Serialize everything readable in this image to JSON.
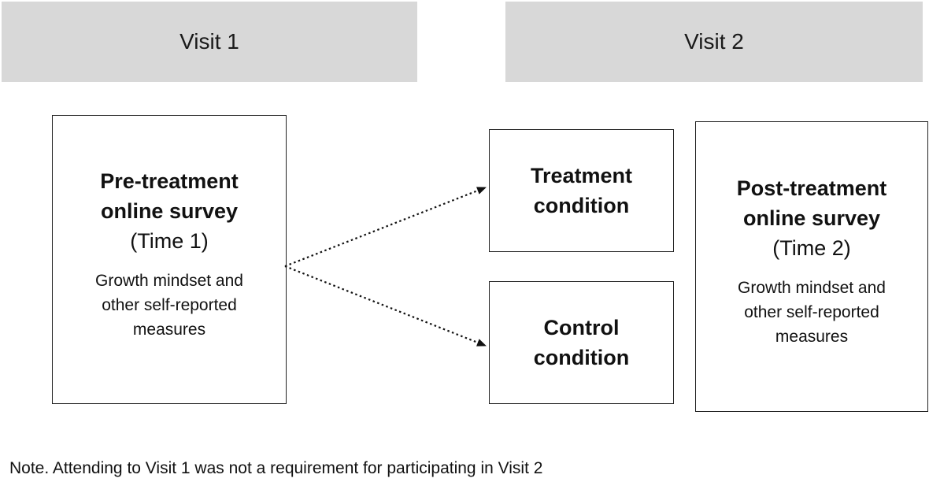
{
  "header": {
    "visit1": "Visit 1",
    "visit2": "Visit 2"
  },
  "pre_survey": {
    "title_line1": "Pre-treatment",
    "title_line2": "online survey",
    "time": "(Time 1)",
    "desc_line1": "Growth mindset and",
    "desc_line2": "other self-reported",
    "desc_line3": "measures"
  },
  "treatment": {
    "line1": "Treatment",
    "line2": "condition"
  },
  "control": {
    "line1": "Control",
    "line2": "condition"
  },
  "post_survey": {
    "title_line1": "Post-treatment",
    "title_line2": "online survey",
    "time": "(Time 2)",
    "desc_line1": "Growth mindset and",
    "desc_line2": "other self-reported",
    "desc_line3": "measures"
  },
  "note": "Note. Attending to Visit 1 was not a requirement for participating in Visit 2"
}
